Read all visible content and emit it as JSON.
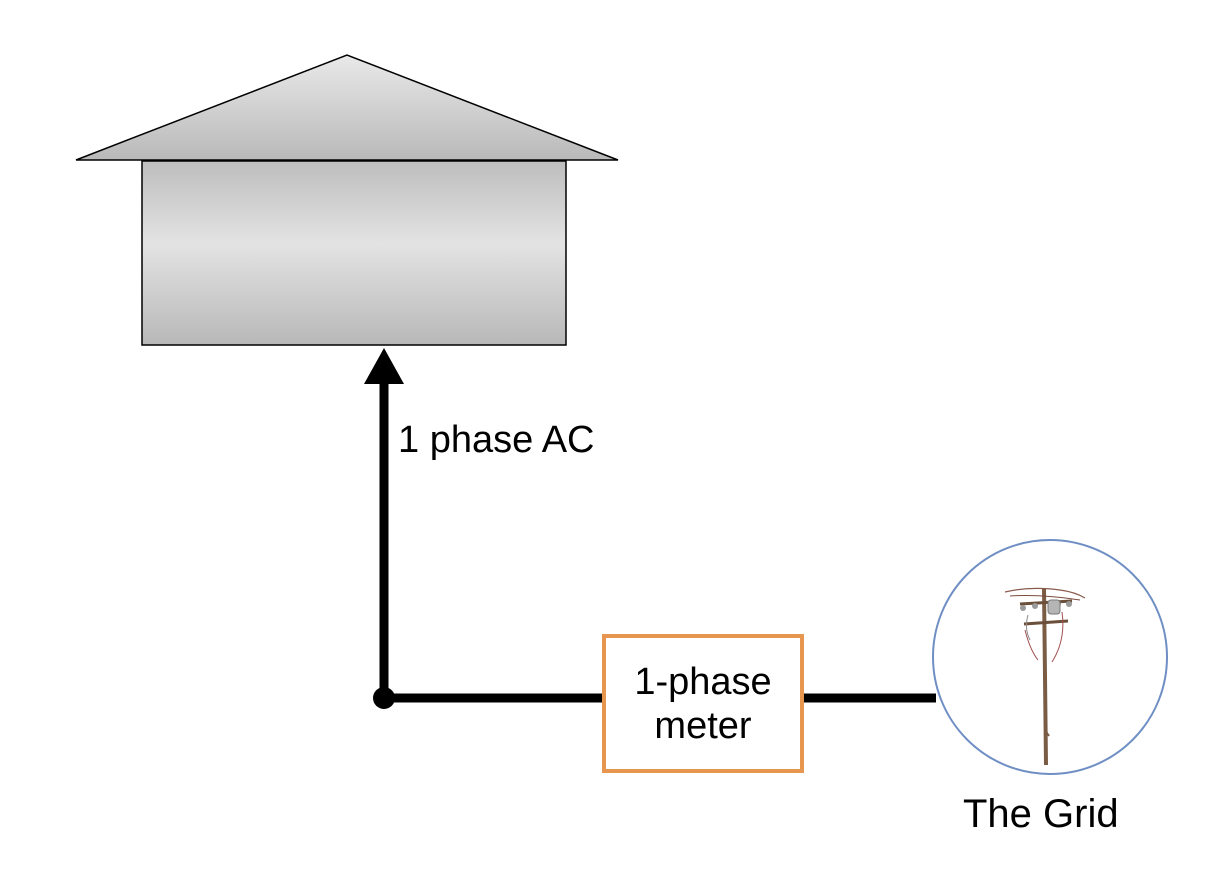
{
  "diagram": {
    "house": {
      "fill_top": "#bdbdbd",
      "fill_mid": "#e3e3e3",
      "fill_bottom": "#b8b8b8",
      "stroke": "#000000"
    },
    "connection": {
      "label": "1 phase AC",
      "line_color": "#000000"
    },
    "meter": {
      "line1": "1-phase",
      "line2": "meter",
      "border_color": "#e6964e"
    },
    "grid": {
      "label": "The Grid",
      "circle_stroke": "#6f8fc4",
      "icon": "utility-pole-icon"
    }
  }
}
